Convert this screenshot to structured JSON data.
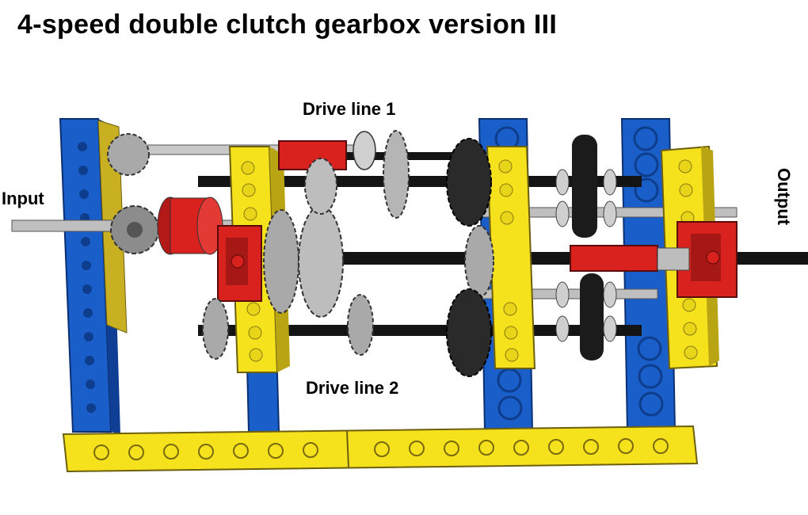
{
  "title": "4-speed double clutch gearbox version III",
  "labels": {
    "input": "Input",
    "output": "Output",
    "drive_line_1": "Drive line 1",
    "drive_line_2": "Drive line 2"
  },
  "colors": {
    "blue_beam": "#1a5fc9",
    "yellow_beam": "#f5e21c",
    "red_part": "#d9211d",
    "gray_gear": "#a9a9a9",
    "black_gear": "#222222",
    "axle_gray": "#bfbfbf",
    "axle_black": "#141414"
  }
}
